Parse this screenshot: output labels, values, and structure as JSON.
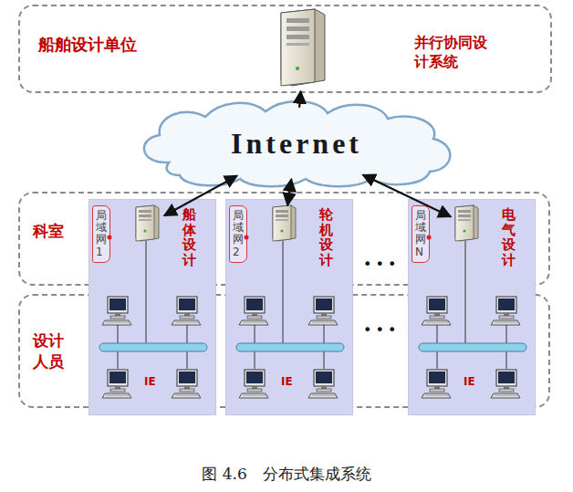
{
  "diagram": {
    "caption": "图 4.6　分布式集成系统",
    "nodes": [
      {
        "text": [
          "船舶设计单位"
        ]
      },
      {
        "text": [
          "并行协同设计系统"
        ],
        "in": 0
      },
      {
        "text": [
          "Internet"
        ]
      },
      {
        "text": [
          "科室"
        ]
      },
      {
        "text": [
          "设计人员"
        ]
      },
      {
        "text": [
          "IE"
        ]
      },
      {
        "text": [
          "局域网1"
        ],
        "in": 5
      },
      {
        "text": [
          "船体设计"
        ],
        "in": 5
      },
      {
        "text": [
          "IE"
        ]
      },
      {
        "text": [
          "局域网2"
        ],
        "in": 8
      },
      {
        "text": [
          "轮机设计"
        ],
        "in": 8
      },
      {
        "text": [
          "IE"
        ]
      },
      {
        "text": [
          "局域网N"
        ],
        "in": 11
      },
      {
        "text": [
          "电气设计"
        ],
        "in": 11
      }
    ],
    "edges": [
      {
        "from": 2,
        "to": 1,
        "arrow": "to"
      },
      {
        "from": 2,
        "to": 7,
        "arrow": "both"
      },
      {
        "from": 2,
        "to": 10,
        "arrow": "both"
      },
      {
        "from": 2,
        "to": 13,
        "arrow": "both"
      }
    ],
    "labels": [
      "•••",
      "•••"
    ]
  }
}
